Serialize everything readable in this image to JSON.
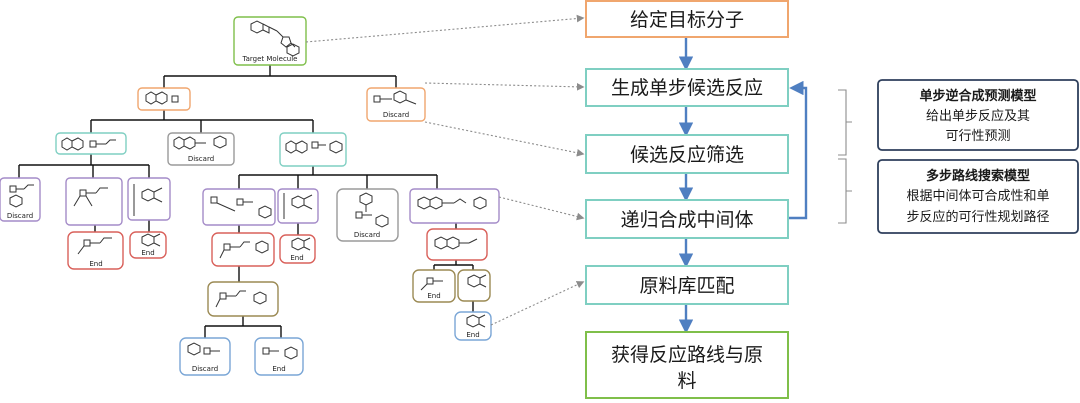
{
  "colors": {
    "green": "#7fbf4a",
    "orange": "#f0a66e",
    "teal": "#7fcfc2",
    "grey": "#9a9a9a",
    "purple": "#a48bc8",
    "red": "#d9605a",
    "olive": "#9b8a54",
    "blue_node": "#7aa6d6",
    "arrow_blue": "#4f7fc1",
    "side_box_border": "#2e3f5c"
  },
  "tree": {
    "target_label": "Target Molecule",
    "discard_label": "Discard",
    "end_label": "End"
  },
  "flow": {
    "steps": [
      "给定目标分子",
      "生成单步候选反应",
      "候选反应筛选",
      "递归合成中间体",
      "原料库匹配",
      "获得反应路线与原",
      "料"
    ]
  },
  "side_boxes": [
    {
      "title": "单步逆合成预测模型",
      "lines": [
        "给出单步反应及其",
        "可行性预测"
      ]
    },
    {
      "title": "多步路线搜索模型",
      "lines": [
        "根据中间体可合成性和单",
        "步反应的可行性规划路径"
      ]
    }
  ]
}
